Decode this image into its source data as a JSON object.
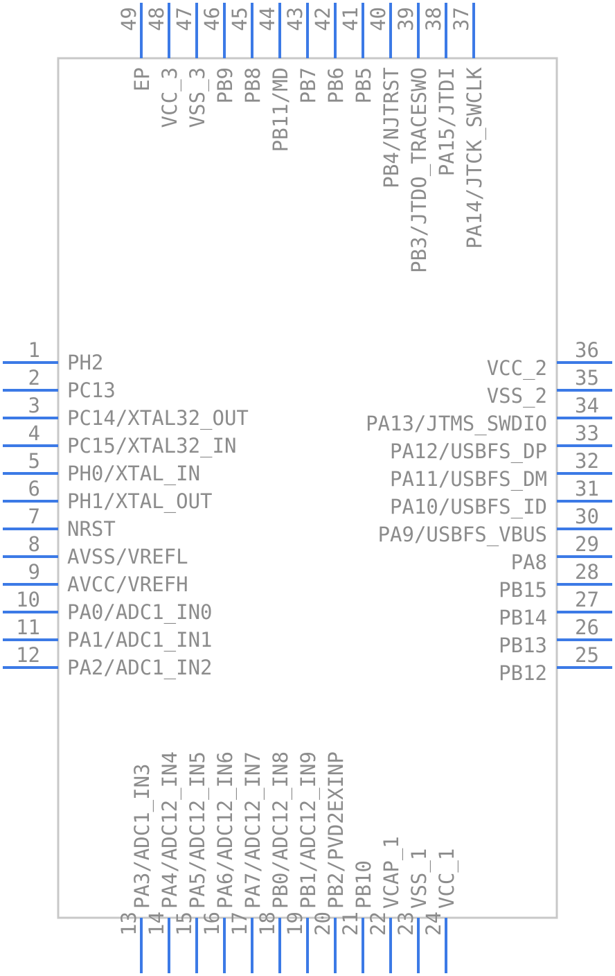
{
  "component": {
    "left_pins": [
      {
        "num": "1",
        "name": "PH2"
      },
      {
        "num": "2",
        "name": "PC13"
      },
      {
        "num": "3",
        "name": "PC14/XTAL32_OUT"
      },
      {
        "num": "4",
        "name": "PC15/XTAL32_IN"
      },
      {
        "num": "5",
        "name": "PH0/XTAL_IN"
      },
      {
        "num": "6",
        "name": "PH1/XTAL_OUT"
      },
      {
        "num": "7",
        "name": "NRST"
      },
      {
        "num": "8",
        "name": "AVSS/VREFL"
      },
      {
        "num": "9",
        "name": "AVCC/VREFH"
      },
      {
        "num": "10",
        "name": "PA0/ADC1_IN0"
      },
      {
        "num": "11",
        "name": "PA1/ADC1_IN1"
      },
      {
        "num": "12",
        "name": "PA2/ADC1_IN2"
      }
    ],
    "right_pins": [
      {
        "num": "36",
        "name": "VCC_2"
      },
      {
        "num": "35",
        "name": "VSS_2"
      },
      {
        "num": "34",
        "name": "PA13/JTMS_SWDIO"
      },
      {
        "num": "33",
        "name": "PA12/USBFS_DP"
      },
      {
        "num": "32",
        "name": "PA11/USBFS_DM"
      },
      {
        "num": "31",
        "name": "PA10/USBFS_ID"
      },
      {
        "num": "30",
        "name": "PA9/USBFS_VBUS"
      },
      {
        "num": "29",
        "name": "PA8"
      },
      {
        "num": "28",
        "name": "PB15"
      },
      {
        "num": "27",
        "name": "PB14"
      },
      {
        "num": "26",
        "name": "PB13"
      },
      {
        "num": "25",
        "name": "PB12"
      }
    ],
    "top_pins": [
      {
        "num": "49",
        "name": "EP"
      },
      {
        "num": "48",
        "name": "VCC_3"
      },
      {
        "num": "47",
        "name": "VSS_3"
      },
      {
        "num": "46",
        "name": "PB9"
      },
      {
        "num": "45",
        "name": "PB8"
      },
      {
        "num": "44",
        "name": "PB11/MD"
      },
      {
        "num": "43",
        "name": "PB7"
      },
      {
        "num": "42",
        "name": "PB6"
      },
      {
        "num": "41",
        "name": "PB5"
      },
      {
        "num": "40",
        "name": "PB4/NJTRST"
      },
      {
        "num": "39",
        "name": "PB3/JTDO_TRACESWO"
      },
      {
        "num": "38",
        "name": "PA15/JTDI"
      },
      {
        "num": "37",
        "name": "PA14/JTCK_SWCLK"
      }
    ],
    "bottom_pins": [
      {
        "num": "13",
        "name": "PA3/ADC1_IN3"
      },
      {
        "num": "14",
        "name": "PA4/ADC12_IN4"
      },
      {
        "num": "15",
        "name": "PA5/ADC12_IN5"
      },
      {
        "num": "16",
        "name": "PA6/ADC12_IN6"
      },
      {
        "num": "17",
        "name": "PA7/ADC12_IN7"
      },
      {
        "num": "18",
        "name": "PB0/ADC12_IN8"
      },
      {
        "num": "19",
        "name": "PB1/ADC12_IN9"
      },
      {
        "num": "20",
        "name": "PB2/PVD2EXINP"
      },
      {
        "num": "21",
        "name": "PB10"
      },
      {
        "num": "22",
        "name": "VCAP_1"
      },
      {
        "num": "23",
        "name": "VSS_1"
      },
      {
        "num": "24",
        "name": "VCC_1"
      }
    ],
    "colors": {
      "pin": "#3c7ae6",
      "text": "#8c8c8c",
      "outline": "#c8c8c8"
    }
  }
}
